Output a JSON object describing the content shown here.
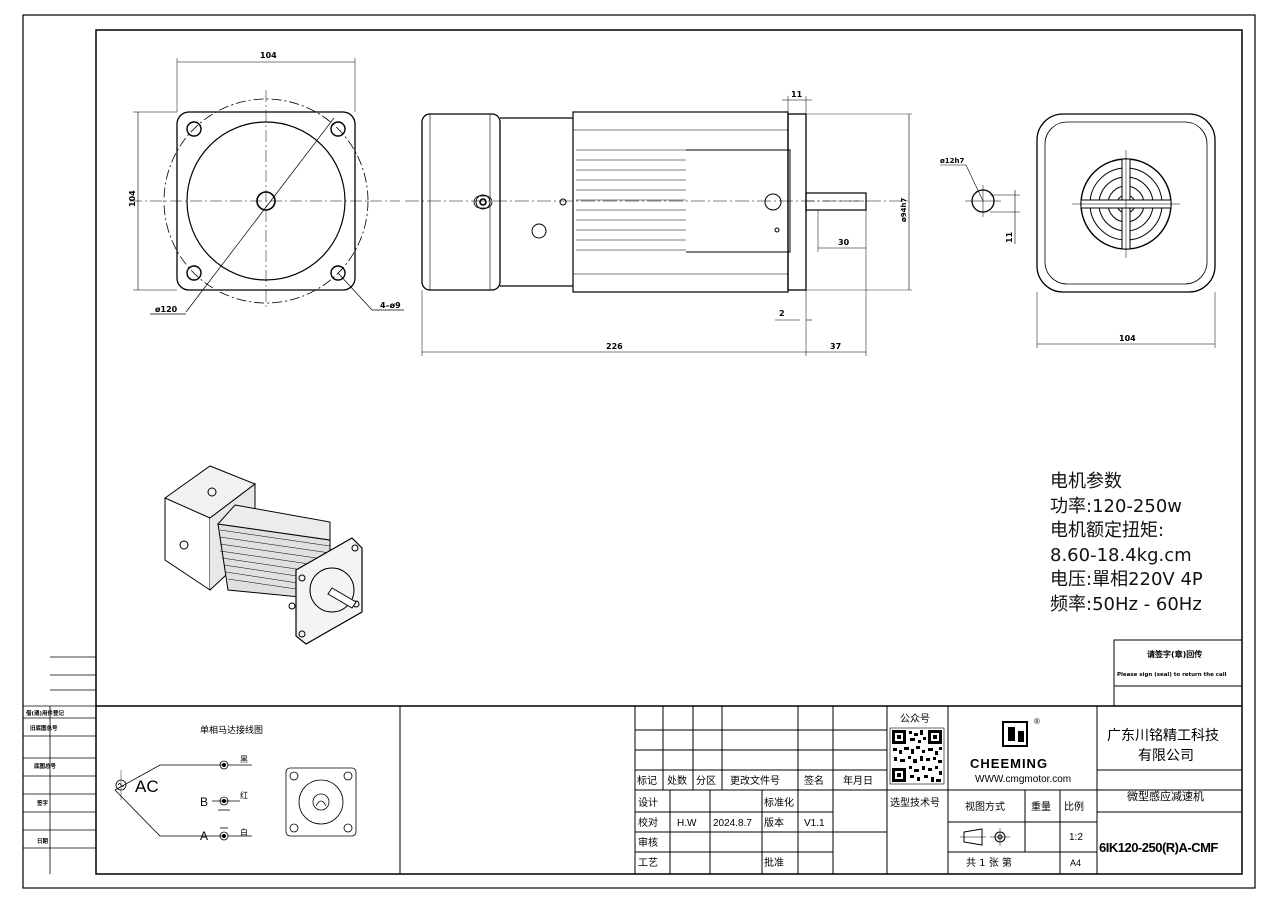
{
  "views": {
    "front": {
      "width": "104",
      "height": "104",
      "circle": "ø120",
      "holes": "4–ø9"
    },
    "side": {
      "flange": "11",
      "shaft_len": "30",
      "pilot": "ø94h7",
      "step": "2",
      "body_len": "226",
      "shaft_total": "37"
    },
    "shaft_end": {
      "shaft_dia": "ø12h7",
      "key": "11"
    },
    "rear": {
      "width": "104"
    }
  },
  "specs": {
    "title": "电机参数",
    "power": "功率:120-250w",
    "torque_label": "电机额定扭矩:",
    "torque": "8.60-18.4kg.cm",
    "voltage": "电压:單相220V 4P",
    "frequency": "频率:50Hz - 60Hz"
  },
  "signoff": {
    "cn": "请签字(章)回传",
    "en": "Please sign (seal) to return the call"
  },
  "left_strip": {
    "rows": [
      "借(通)用件登记",
      "旧底图总号",
      "底图总号",
      "签字",
      "日期"
    ]
  },
  "wiring": {
    "title": "单相马达接线图",
    "ac": "AC",
    "wires": [
      {
        "letter": "",
        "color": "黑"
      },
      {
        "letter": "B",
        "color": "红"
      },
      {
        "letter": "A",
        "color": "白"
      }
    ]
  },
  "revision": {
    "headers": [
      "标记",
      "处数",
      "分区",
      "更改文件号",
      "签名",
      "年月日"
    ],
    "labels": [
      "设计",
      "校对",
      "审核",
      "工艺"
    ],
    "std_label": "标准化",
    "version_label": "版本",
    "version": "V1.1",
    "approve_label": "批准",
    "checker": "H.W",
    "date": "2024.8.7"
  },
  "qr": {
    "public": "公众号",
    "support": "选型技术号"
  },
  "brand": {
    "name": "CHEEMING",
    "reg": "®",
    "website": "WWW.cmgmotor.com"
  },
  "title_block": {
    "company_l1": "广东川铭精工科技",
    "company_l2": "有限公司",
    "product": "微型感应减速机",
    "view_label": "视图方式",
    "weight_label": "重量",
    "scale_label": "比例",
    "scale": "1:2",
    "sheets": "共 1  张  第",
    "sheet_no": "A4",
    "model": "6IK120-250(R)A-CMF"
  }
}
